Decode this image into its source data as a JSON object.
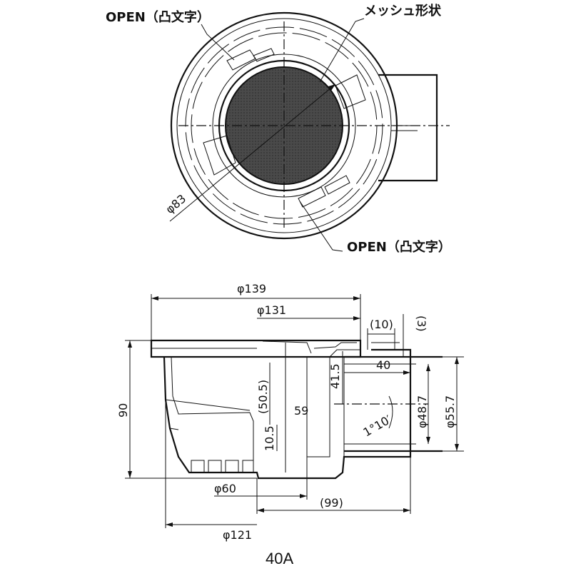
{
  "top_view": {
    "label_open_top": "OPEN（凸文字）",
    "label_mesh": "メッシュ形状",
    "label_open_bottom": "OPEN（凸文字）",
    "dim_phi83": "φ83"
  },
  "side_view": {
    "dim_phi139": "φ139",
    "dim_phi131": "φ131",
    "dim_10": "(10)",
    "dim_3": "(3)",
    "dim_90": "90",
    "dim_41_5": "41.5",
    "dim_50_5": "(50.5)",
    "dim_59": "59",
    "dim_10_5": "10.5",
    "dim_40": "40",
    "dim_angle": "1°10′",
    "dim_phi48_7": "φ48.7",
    "dim_phi55_7": "φ55.7",
    "dim_phi60": "φ60",
    "dim_99": "(99)",
    "dim_phi121": "φ121"
  },
  "caption": "40A"
}
